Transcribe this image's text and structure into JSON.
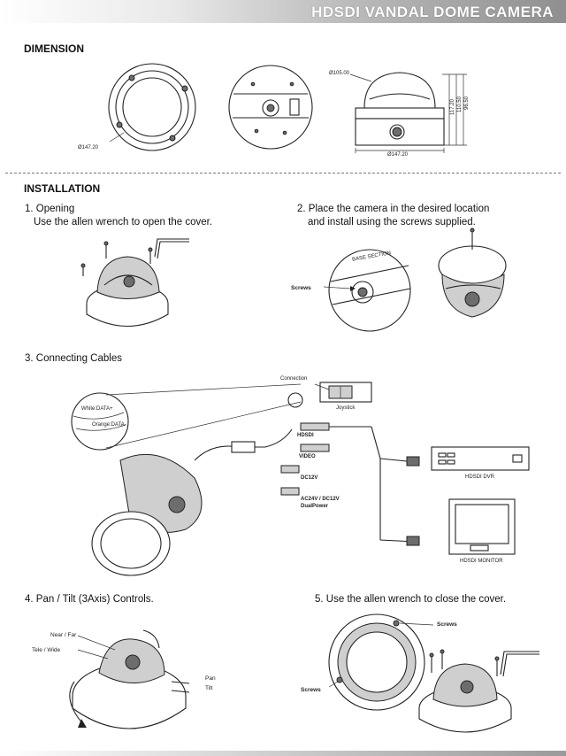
{
  "header": {
    "title": "HDSDI VANDAL DOME CAMERA"
  },
  "dimension": {
    "title": "DIMENSION",
    "labels": [
      "Ø147.20",
      "Ø105.00",
      "117.20",
      "110.50",
      "96.50",
      "Ø147.20"
    ]
  },
  "installation": {
    "title": "INSTALLATION",
    "steps": [
      {
        "number": "1.",
        "text": "Opening",
        "sub": "Use the allen wrench to open the cover."
      },
      {
        "number": "2.",
        "text": "Place the camera in the desired location",
        "sub": "and install using the screws supplied."
      },
      {
        "number": "3.",
        "text": "Connecting Cables",
        "sub": ""
      },
      {
        "number": "4.",
        "text": "Pan / Tilt (3Axis) Controls.",
        "sub": ""
      },
      {
        "number": "5.",
        "text": "Use the allen wrench to close the cover.",
        "sub": ""
      }
    ]
  },
  "step2_labels": {
    "screws": "Screws",
    "mount": "BASE SECTION"
  },
  "step3_labels": {
    "connection": "Connection",
    "joystick": "Joystick",
    "white": "White:DATA+",
    "orange": "Orange:DATA-",
    "hdsdi": "HDSDI",
    "video": "VIDEO",
    "dc12v": "DC12V",
    "power": "AC24V / DC12V",
    "dual_power": "DualPower",
    "dvr": "HDSDI DVR",
    "monitor": "HDSDI MONITOR"
  },
  "step4_labels": {
    "near_far": "Near / Far",
    "tele_wide": "Tele / Wide",
    "pan": "Pan",
    "tilt": "Tilt"
  },
  "step5_labels": {
    "screws_top": "Screws",
    "screws_left": "Screws"
  }
}
